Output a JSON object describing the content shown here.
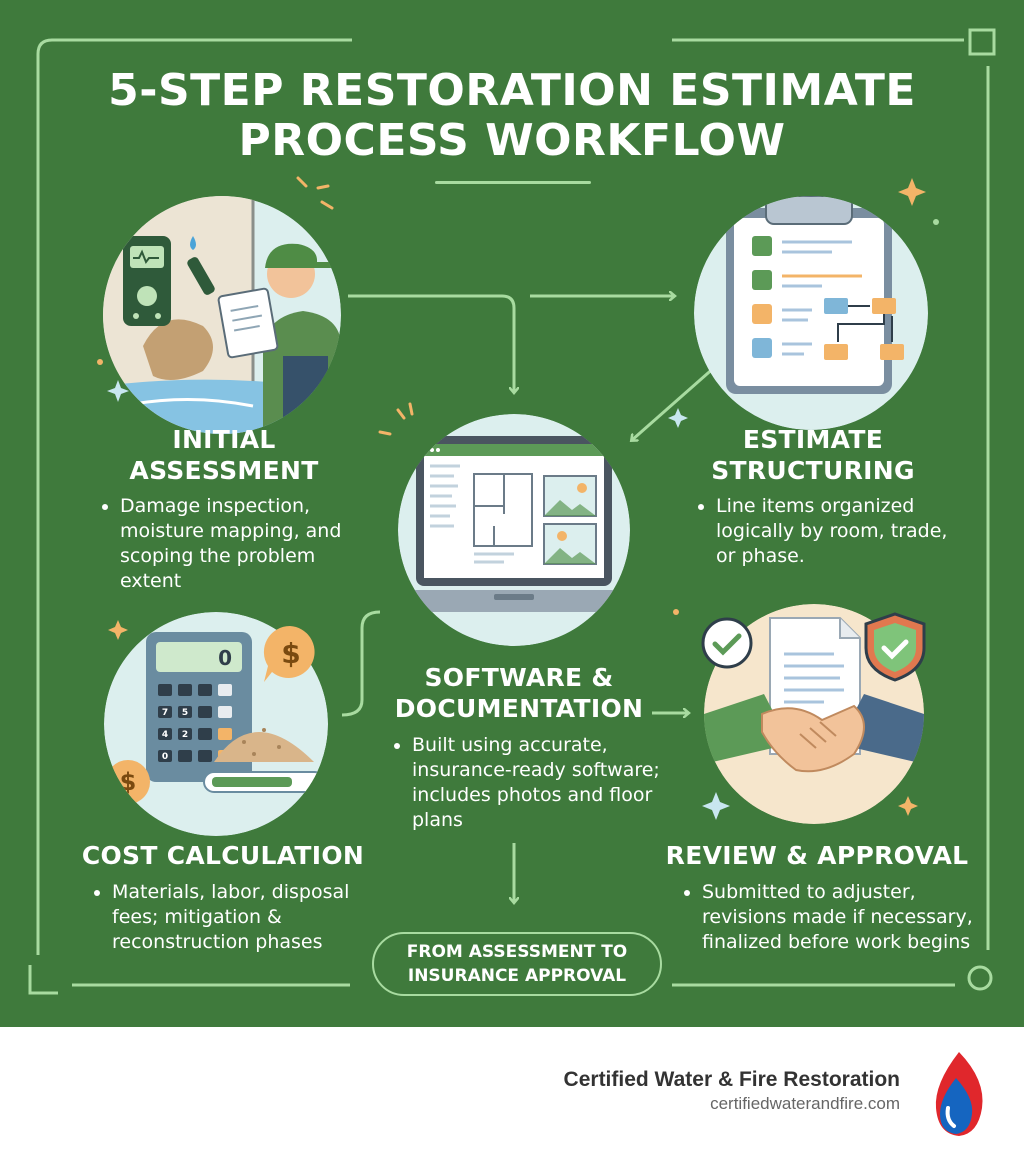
{
  "title": {
    "line1": "5-STEP RESTORATION ESTIMATE",
    "line2": "PROCESS WORKFLOW"
  },
  "steps": [
    {
      "title_line1": "INITIAL",
      "title_line2": "ASSESSMENT",
      "bullet": "Damage inspection, moisture mapping, and scoping the problem extent"
    },
    {
      "title_line1": "ESTIMATE",
      "title_line2": "STRUCTURING",
      "bullet": "Line items organized logically by room, trade, or phase."
    },
    {
      "title_line1": "SOFTWARE &",
      "title_line2": "DOCUMENTATION",
      "bullet": "Built using accurate, insurance-ready software; includes photos and floor plans"
    },
    {
      "title": "COST CALCULATION",
      "bullet": "Materials, labor, disposal fees; mitigation & reconstruction phases"
    },
    {
      "title": "REVIEW & APPROVAL",
      "bullet": "Submitted to adjuster, revisions made if necessary, finalized before work begins"
    }
  ],
  "badge": {
    "line1": "FROM ASSESSMENT TO",
    "line2": "INSURANCE APPROVAL"
  },
  "calculator_display": "0",
  "calculator_keys": [
    "7",
    "5",
    "4",
    "2",
    "0"
  ],
  "brand": {
    "name": "Certified Water & Fire Restoration",
    "url": "certifiedwaterandfire.com"
  },
  "colors": {
    "background": "#3f7a3c",
    "accent": "#a8dba0",
    "circle_fill": "#dcefee",
    "orange": "#f3b468",
    "logo_red": "#e0272c",
    "logo_blue": "#1565c0"
  }
}
